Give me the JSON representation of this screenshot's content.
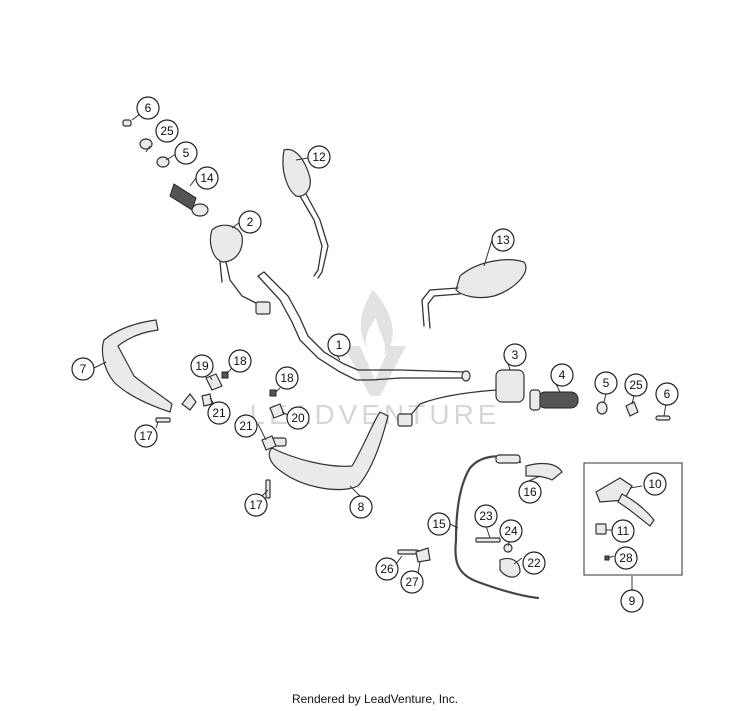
{
  "watermark": {
    "brand": "LEADVENTURE"
  },
  "footer": {
    "credit": "Rendered by LeadVenture, Inc."
  },
  "callouts": [
    {
      "id": "c6a",
      "label": "6"
    },
    {
      "id": "c25a",
      "label": "25"
    },
    {
      "id": "c5a",
      "label": "5"
    },
    {
      "id": "c14",
      "label": "14"
    },
    {
      "id": "c2",
      "label": "2"
    },
    {
      "id": "c12",
      "label": "12"
    },
    {
      "id": "c13",
      "label": "13"
    },
    {
      "id": "c1",
      "label": "1"
    },
    {
      "id": "c3",
      "label": "3"
    },
    {
      "id": "c4",
      "label": "4"
    },
    {
      "id": "c5b",
      "label": "5"
    },
    {
      "id": "c25b",
      "label": "25"
    },
    {
      "id": "c6b",
      "label": "6"
    },
    {
      "id": "c7",
      "label": "7"
    },
    {
      "id": "c19",
      "label": "19"
    },
    {
      "id": "c18a",
      "label": "18"
    },
    {
      "id": "c21a",
      "label": "21"
    },
    {
      "id": "c17a",
      "label": "17"
    },
    {
      "id": "c18b",
      "label": "18"
    },
    {
      "id": "c20",
      "label": "20"
    },
    {
      "id": "c21b",
      "label": "21"
    },
    {
      "id": "c17b",
      "label": "17"
    },
    {
      "id": "c8",
      "label": "8"
    },
    {
      "id": "c16",
      "label": "16"
    },
    {
      "id": "c10",
      "label": "10"
    },
    {
      "id": "c11",
      "label": "11"
    },
    {
      "id": "c28",
      "label": "28"
    },
    {
      "id": "c9",
      "label": "9"
    },
    {
      "id": "c15",
      "label": "15"
    },
    {
      "id": "c23",
      "label": "23"
    },
    {
      "id": "c24",
      "label": "24"
    },
    {
      "id": "c22",
      "label": "22"
    },
    {
      "id": "c26",
      "label": "26"
    },
    {
      "id": "c27",
      "label": "27"
    }
  ]
}
